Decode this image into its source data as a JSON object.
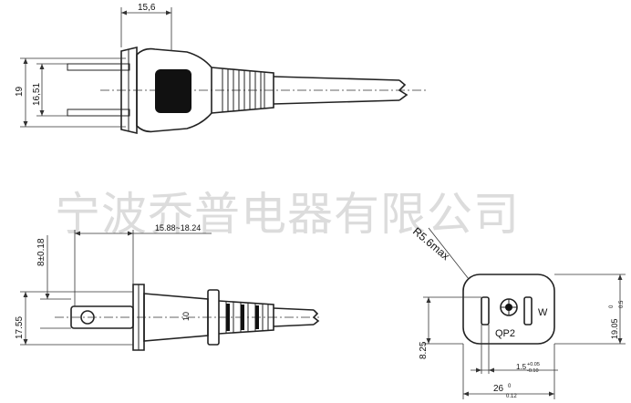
{
  "watermark": "宁波乔普电器有限公司",
  "dims": {
    "top_width": "15,6",
    "top_height_outer": "19",
    "top_height_inner": "16,51",
    "side_length": "15.88~18.24",
    "side_blade_gap": "8±0.18",
    "side_height": "17.55",
    "side_center": "10",
    "radius": "R5.6max",
    "face_width_base": "26",
    "face_width_tol_upper": "0",
    "face_width_tol_lower": "0.12",
    "face_height_base": "19.05",
    "face_height_tol_upper": "0",
    "face_height_tol_lower": "0.5",
    "face_offset": "8.25",
    "slot_width_base": "1.5",
    "slot_width_tol_upper": "+0.05",
    "slot_width_tol_lower": "-0.10"
  },
  "face_labels": {
    "model": "QP2",
    "wide_pin": "W"
  }
}
